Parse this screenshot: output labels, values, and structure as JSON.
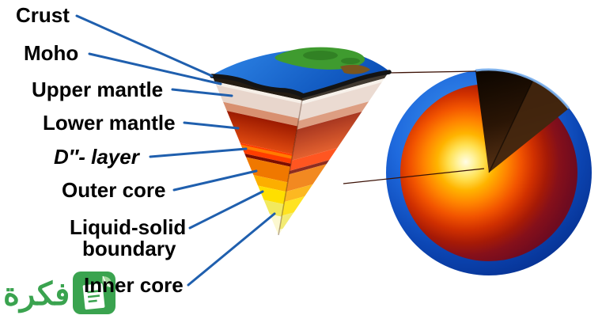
{
  "diagram": {
    "labels": {
      "crust": "Crust",
      "moho": "Moho",
      "upper_mantle": "Upper mantle",
      "lower_mantle": "Lower mantle",
      "d_layer": "D″- layer",
      "outer_core": "Outer core",
      "liquid_solid_1": "Liquid-solid",
      "liquid_solid_2": "boundary",
      "inner_core": "Inner core"
    },
    "leader_line_color": "#1f5fae",
    "label_color": "#000000"
  },
  "colors": {
    "ocean_blue": "#1565d8",
    "land_green": "#3f9b2f",
    "crust_dark": "#241c12",
    "moho_white": "#f6efe7",
    "upper_mantle": "#e8d6cc",
    "lower_mantle_deep": "#9c1a00",
    "lower_mantle_bright": "#e04a10",
    "d_layer": "#ff3d00",
    "outer_core": "#f07800",
    "core_yellow": "#ffdf00",
    "inner_core": "#fcf8cf",
    "sphere_shell_blue": "#0c46b4",
    "core_glow": "#fffce6"
  },
  "watermark": {
    "text": "فكرة",
    "color": "#3aa34f"
  }
}
